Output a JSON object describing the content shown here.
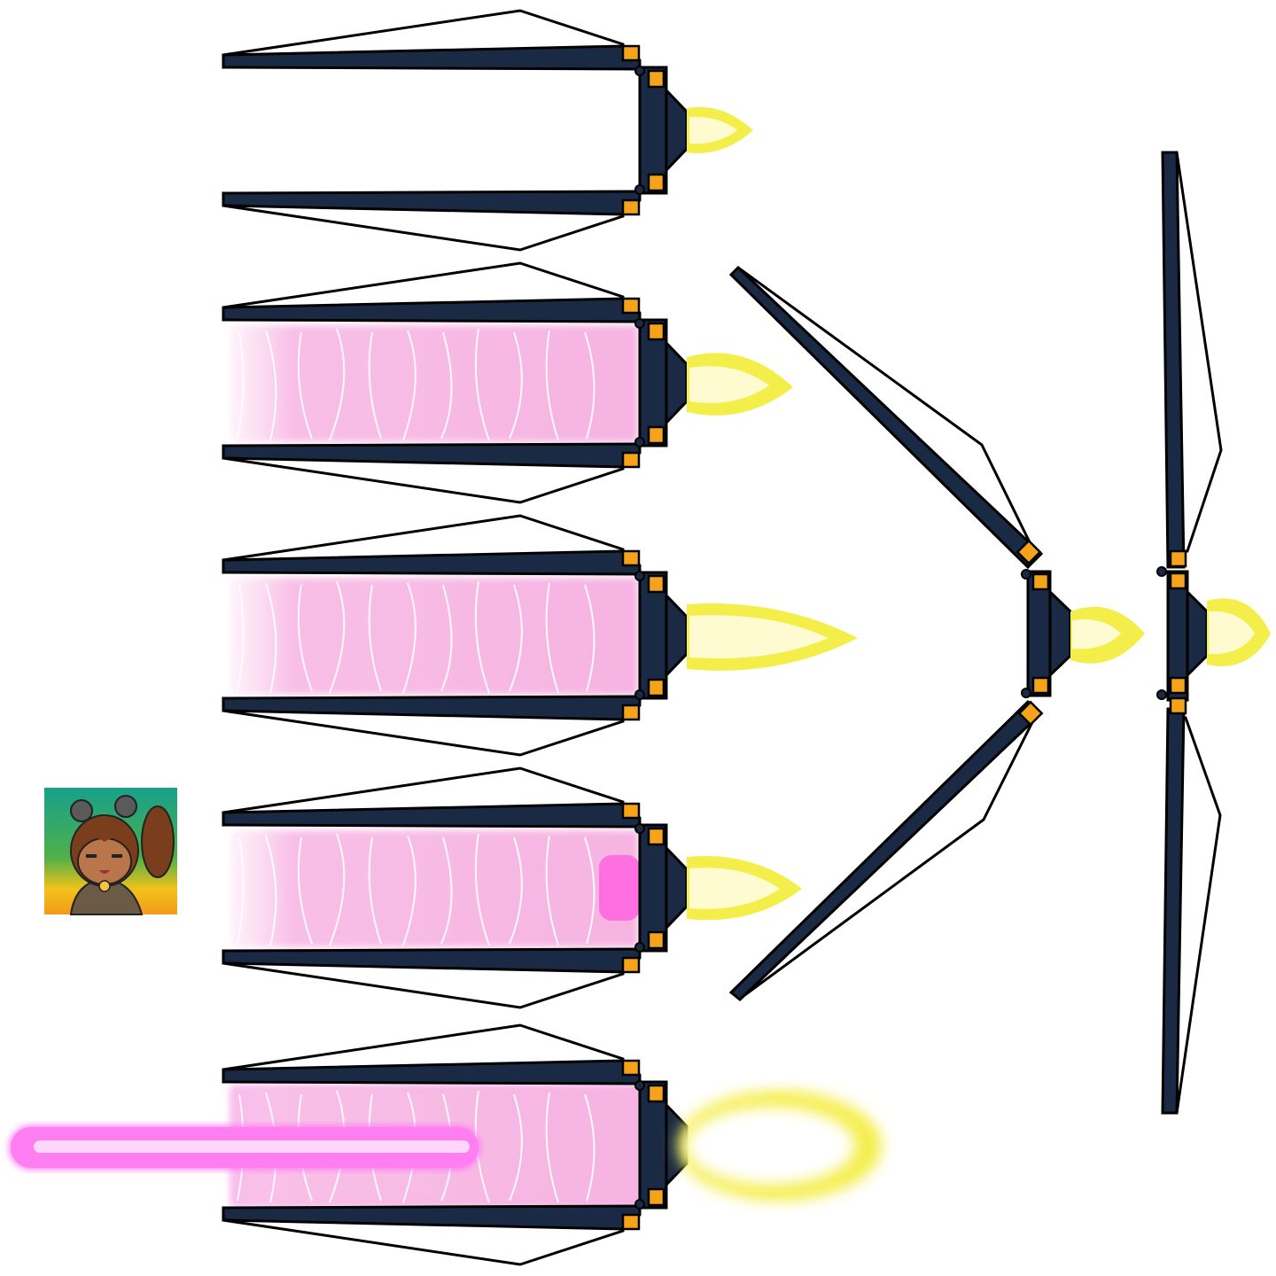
{
  "colors": {
    "hull": "#1b2a44",
    "outline": "#000000",
    "accent": "#f5a31a",
    "flame_outer": "#f4ee4a",
    "flame_inner": "#fffbd0",
    "beam": "#ff7ef2",
    "beam_core": "#ffd6fb",
    "charge_fill": "#f9c6ec"
  },
  "sprites": {
    "cannon_frames": [
      {
        "state": "idle",
        "charge": 0
      },
      {
        "state": "charging",
        "charge": 0.4
      },
      {
        "state": "charging",
        "charge": 0.7
      },
      {
        "state": "charged",
        "charge": 0.9
      },
      {
        "state": "firing",
        "charge": 1.0
      }
    ],
    "variants": [
      "v-spread",
      "vertical-open"
    ],
    "avatar": "character-portrait"
  }
}
